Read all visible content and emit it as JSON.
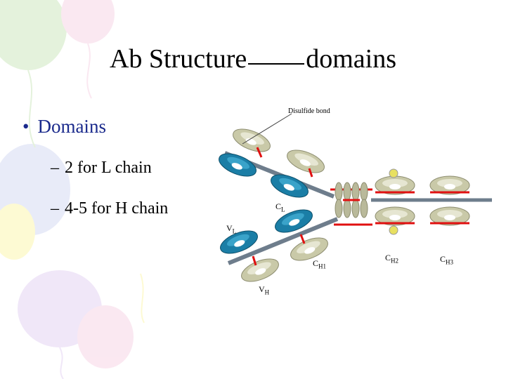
{
  "slide": {
    "title_left": "Ab Structure",
    "title_right": "domains",
    "bullet": "Domains",
    "sub_items": [
      "2 for L chain",
      "4-5 for H chain"
    ]
  },
  "diagram": {
    "disulfide_label": "Disulfide bond",
    "labels": {
      "CL": {
        "main": "C",
        "sub": "L"
      },
      "VL": {
        "main": "V",
        "sub": "L"
      },
      "VH": {
        "main": "V",
        "sub": "H"
      },
      "CH1": {
        "main": "C",
        "sub": "H1"
      },
      "CH2": {
        "main": "C",
        "sub": "H2"
      },
      "CH3": {
        "main": "C",
        "sub": "H3"
      }
    },
    "colors": {
      "heavy_domain": "#c9c9a8",
      "light_domain": "#1b7ea6",
      "disulfide": "#e01010",
      "hinge": "#b9b99a",
      "carbohydrate": "#e8e060",
      "chain_line": "#6e7d8c"
    }
  },
  "decor": {
    "balloon_colors": [
      "#cfe8c0",
      "#f7d6e6",
      "#d7dbf4",
      "#fdf6b0",
      "#e5d4f3"
    ]
  }
}
